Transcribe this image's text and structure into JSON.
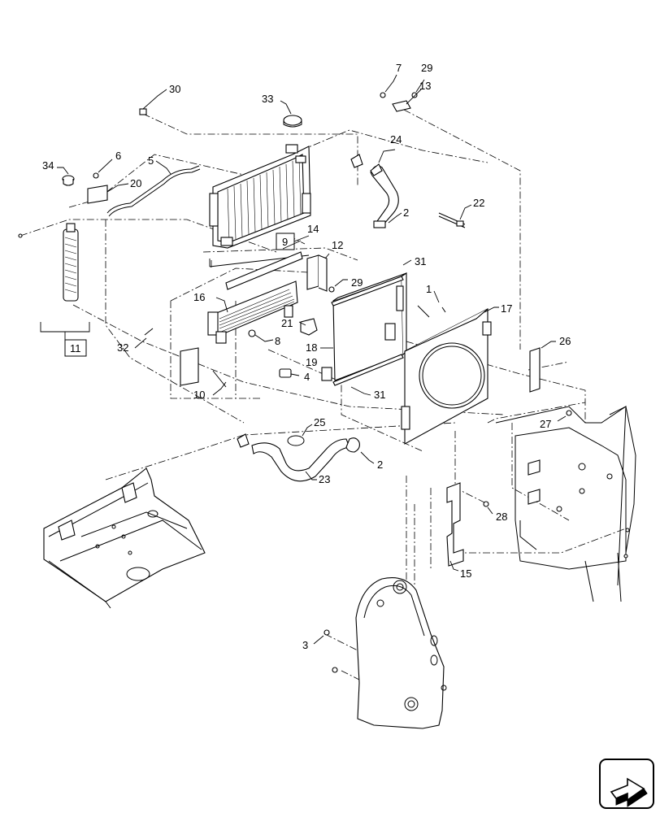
{
  "callouts": {
    "c1": "1",
    "c2a": "2",
    "c2b": "2",
    "c3": "3",
    "c4": "4",
    "c5": "5",
    "c6": "6",
    "c7": "7",
    "c8": "8",
    "c10": "10",
    "c12": "12",
    "c13": "13",
    "c14": "14",
    "c15": "15",
    "c16": "16",
    "c17": "17",
    "c18": "18",
    "c19": "19",
    "c20": "20",
    "c21": "21",
    "c22": "22",
    "c23": "23",
    "c24": "24",
    "c25": "25",
    "c26": "26",
    "c27": "27",
    "c28": "28",
    "c29a": "29",
    "c29b": "29",
    "c30": "30",
    "c31a": "31",
    "c31b": "31",
    "c32": "32",
    "c33": "33",
    "c34": "34"
  },
  "boxed_callouts": {
    "b9": "9",
    "b11": "11"
  },
  "icons": {
    "nav": "next-page-arrow-icon"
  }
}
